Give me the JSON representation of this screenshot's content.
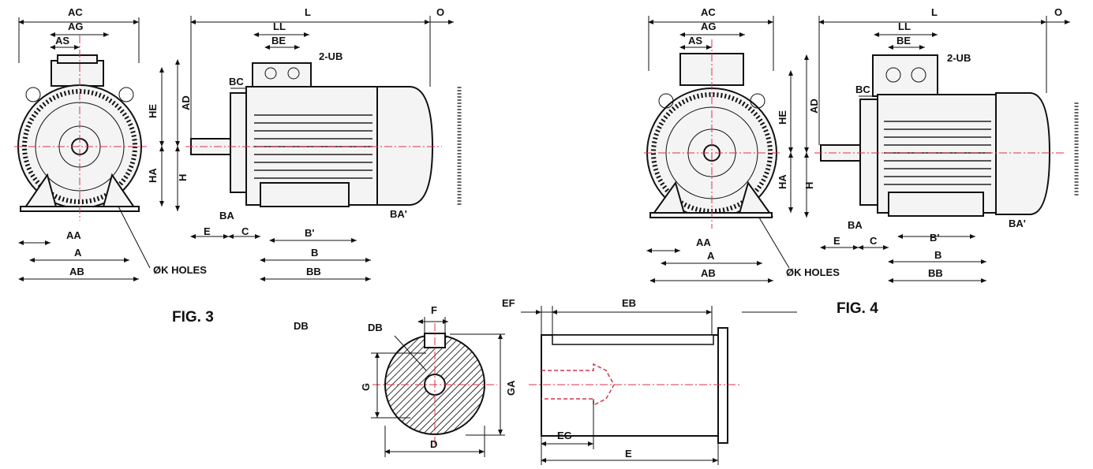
{
  "labels": {
    "fig3": "FIG. 3",
    "fig4": "FIG. 4",
    "AC": "AC",
    "AG": "AG",
    "AS": "AS",
    "L": "L",
    "O": "O",
    "LL": "LL",
    "BE": "BE",
    "UB": "2-UB",
    "BC": "BC",
    "HE": "HE",
    "AD": "AD",
    "HA": "HA",
    "H": "H",
    "BA": "BA",
    "BAp": "BA'",
    "E": "E",
    "C": "C",
    "Bp": "B'",
    "B": "B",
    "BB": "BB",
    "AA": "AA",
    "A": "A",
    "AB": "AB",
    "K": "ØK HOLES",
    "DB": "DB",
    "F": "F",
    "G": "G",
    "GA": "GA",
    "D": "D",
    "EF": "EF",
    "EB": "EB",
    "EG": "EG",
    "E2": "E"
  },
  "colors": {
    "ink": "#111111",
    "centerline": "#e0304a",
    "hatch": "#333333"
  },
  "icons": {
    "fig3": "motor-drawing-icon",
    "fig4": "motor-drawing-icon",
    "shaft": "shaft-detail-icon"
  }
}
